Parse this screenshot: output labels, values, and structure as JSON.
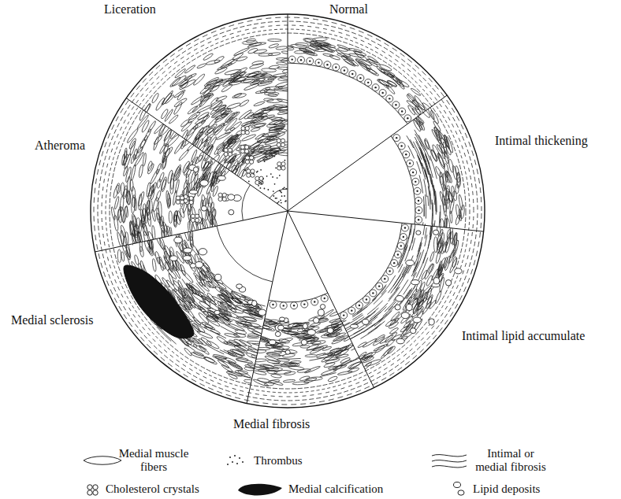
{
  "diagram": {
    "labels": [
      "Liceration",
      "Normal",
      "Intimal thickening",
      "Intimal lipid accumulate",
      "Medial fibrosis",
      "Medial sclerosis",
      "Atheroma"
    ],
    "legend": [
      {
        "text": "Medial muscle fibers"
      },
      {
        "text": "Thrombus"
      },
      {
        "text": "Intimal or medial fibrosis"
      },
      {
        "text": "Cholesterol crystals"
      },
      {
        "text": "Medial calcification"
      },
      {
        "text": "Lipid deposits"
      }
    ]
  }
}
